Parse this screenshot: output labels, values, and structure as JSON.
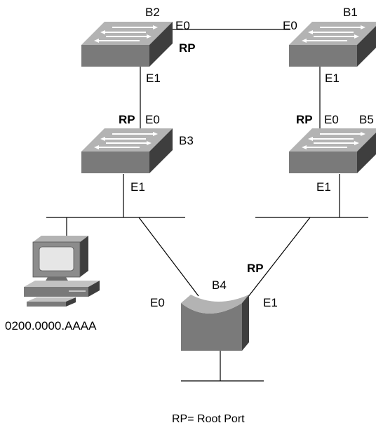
{
  "colors": {
    "switch_top": "#b3b3b3",
    "switch_front": "#7a7a7a",
    "switch_side": "#3e3e3e",
    "switch_arrows": "#ffffff",
    "line": "#000000"
  },
  "devices": {
    "b1": {
      "name": "B1",
      "type": "switch",
      "port_e0": "E0",
      "port_e1": "E1"
    },
    "b2": {
      "name": "B2",
      "type": "switch",
      "port_e0": "E0",
      "port_e1": "E1",
      "rp": "RP"
    },
    "b3": {
      "name": "B3",
      "type": "switch",
      "port_e0": "E0",
      "port_e1": "E1",
      "rp": "RP"
    },
    "b5": {
      "name": "B5",
      "type": "switch",
      "port_e0": "E0",
      "port_e1": "E1",
      "rp": "RP"
    },
    "b4": {
      "name": "B4",
      "type": "bridge",
      "port_e0": "E0",
      "port_e1": "E1",
      "rp": "RP"
    },
    "workstation": {
      "type": "computer",
      "mac": "0200.0000.AAAA"
    }
  },
  "footer": {
    "legend": "RP= Root Port"
  }
}
